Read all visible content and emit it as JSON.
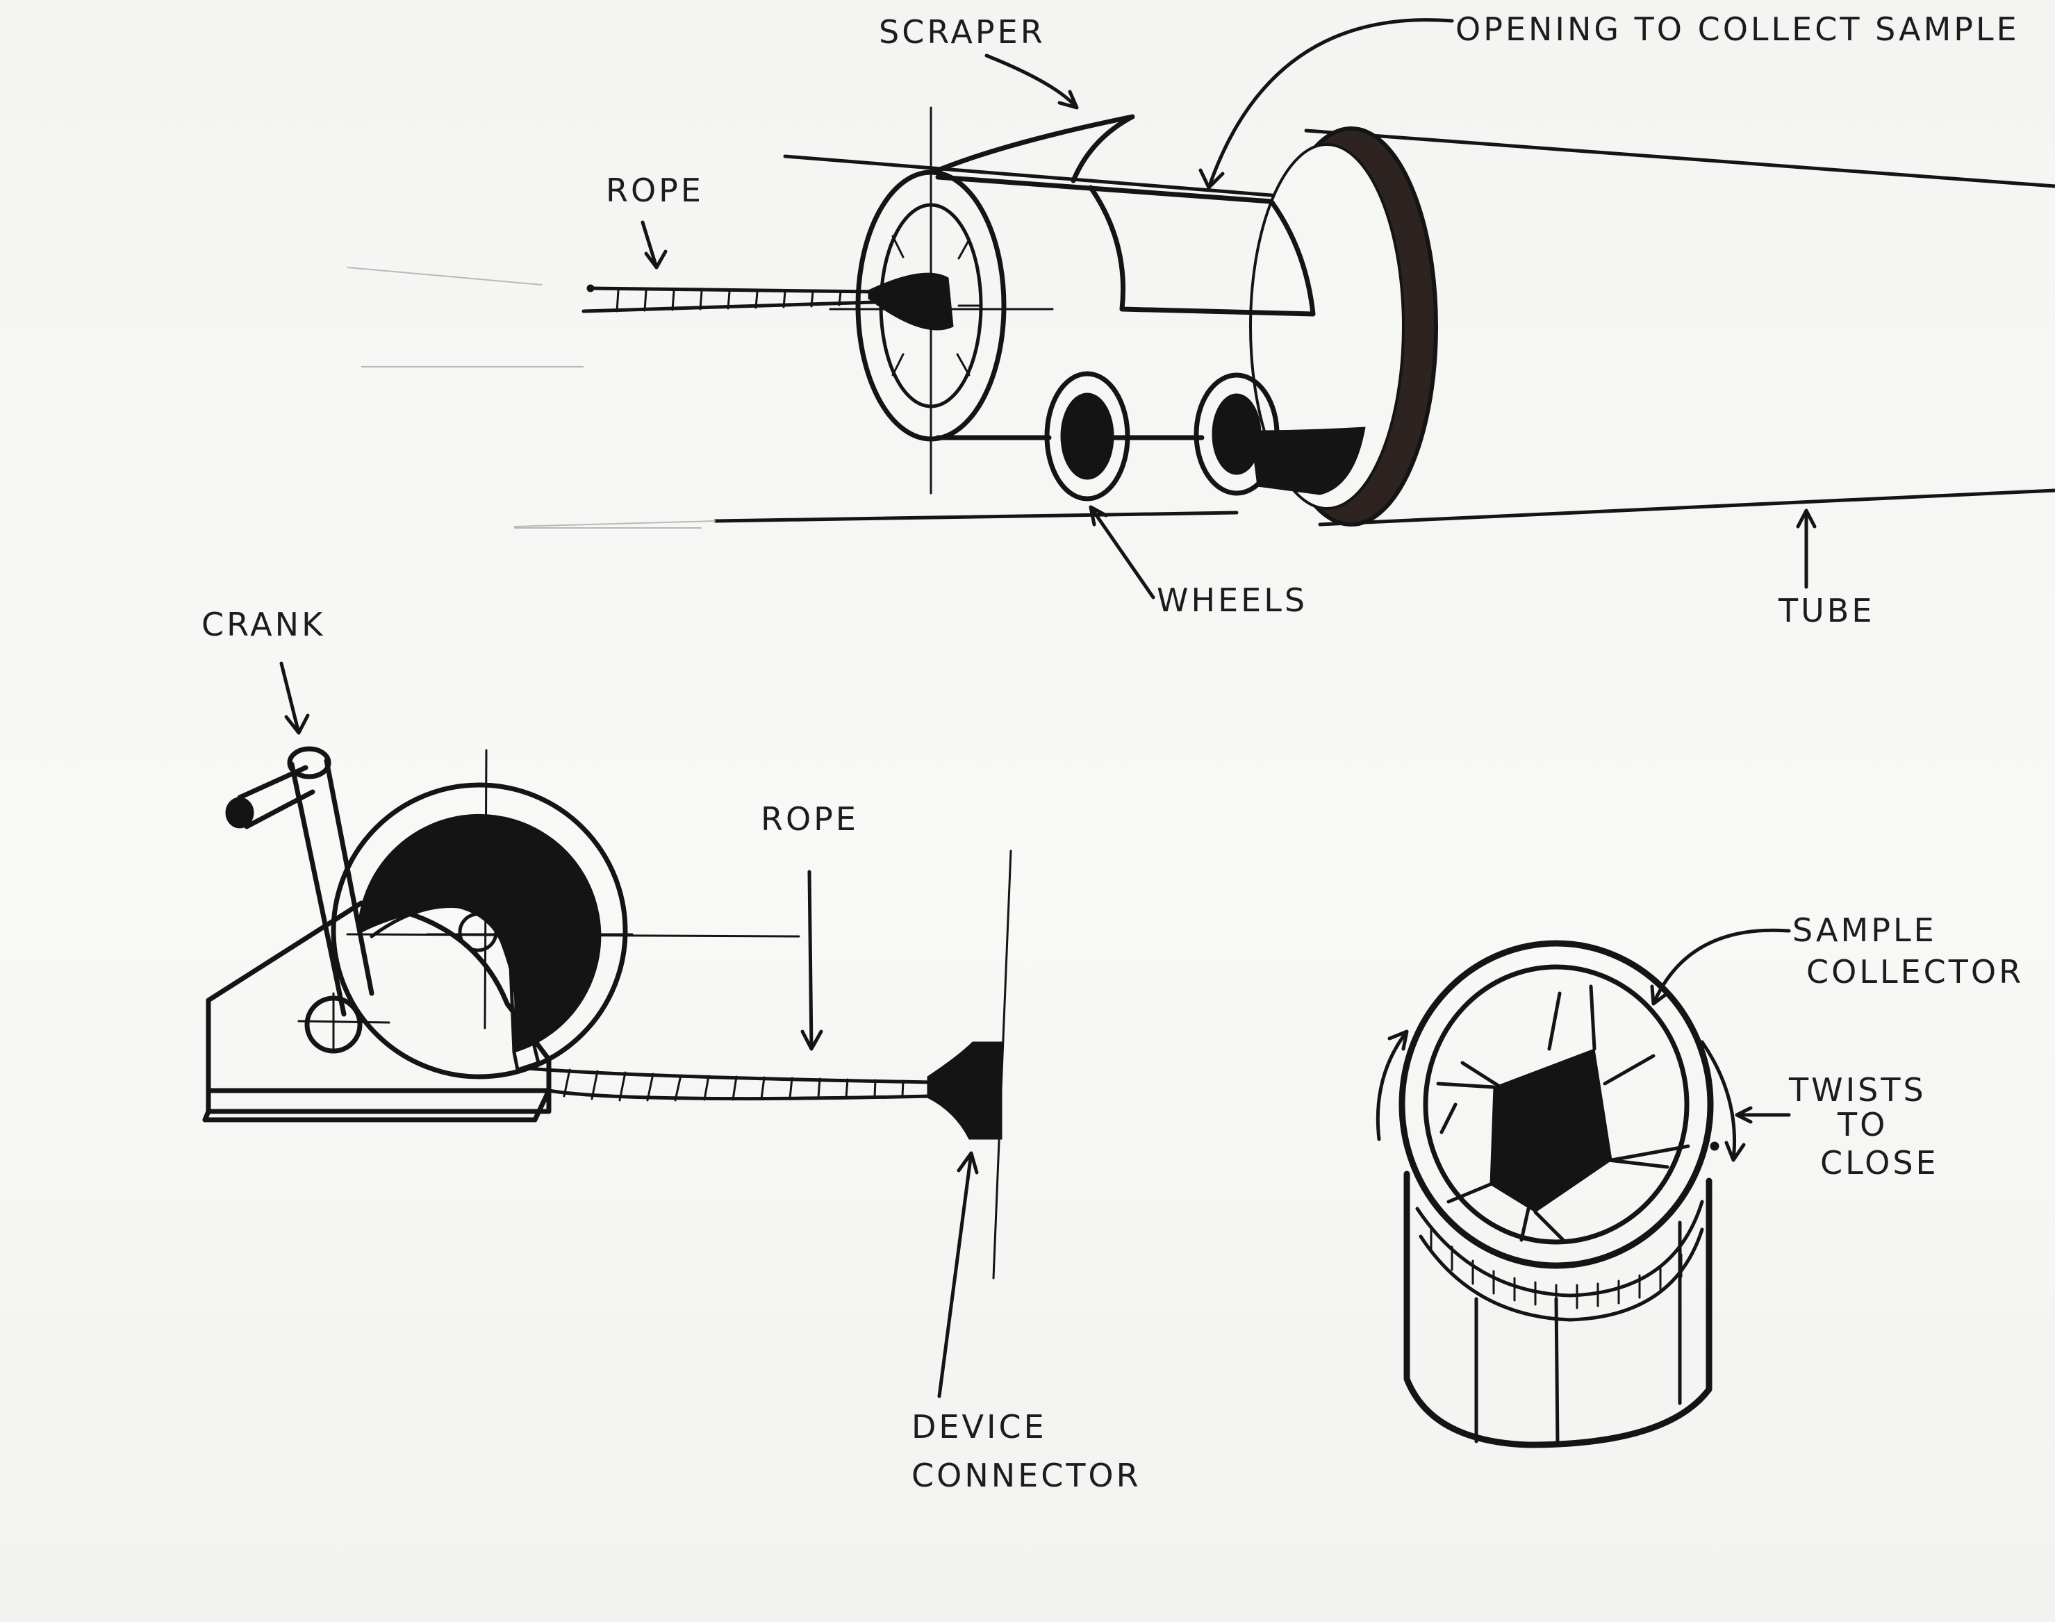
{
  "labels": {
    "scraper": "SCRAPER",
    "opening": "OPENING TO COLLECT SAMPLE",
    "rope_top": "ROPE",
    "wheels": "WHEELS",
    "tube": "TUBE",
    "crank": "CRANK",
    "rope_bottom": "ROPE",
    "device_connector_1": "DEVICE",
    "device_connector_2": "CONNECTOR",
    "sample_collector_1": "SAMPLE",
    "sample_collector_2": "COLLECTOR",
    "twists_1": "TWISTS",
    "twists_2": "TO",
    "twists_3": "CLOSE"
  },
  "colors": {
    "ink": "#141414",
    "paper": "#f6f6f4",
    "tube_ring": "#3a2a28"
  }
}
